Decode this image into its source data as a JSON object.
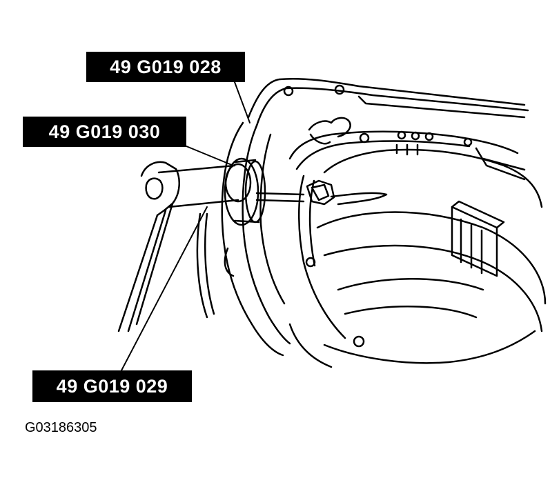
{
  "callouts": {
    "tool_028": "49 G019 028",
    "tool_030": "49 G019 030",
    "tool_029": "49 G019 029"
  },
  "figure_id": "G03186305",
  "colors": {
    "ink": "#000000",
    "paper": "#ffffff"
  }
}
